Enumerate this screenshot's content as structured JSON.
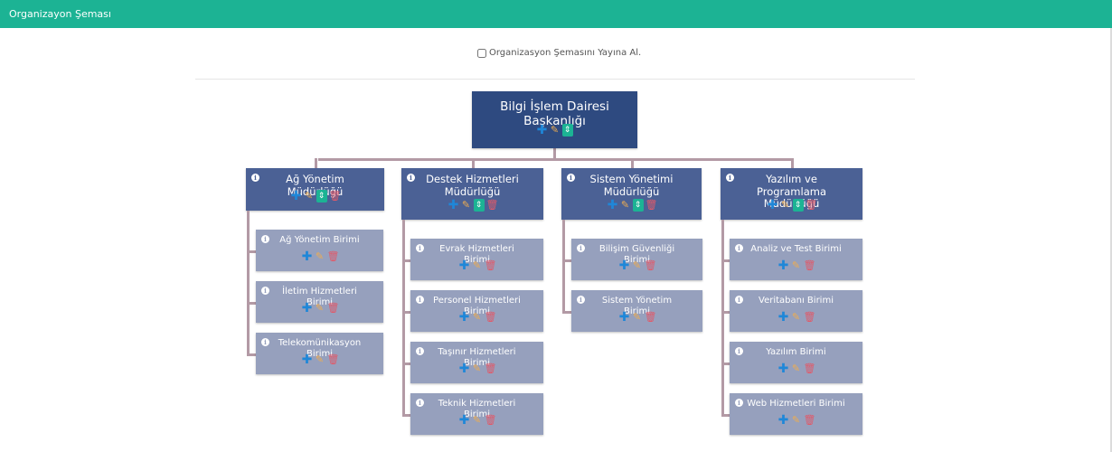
{
  "header": {
    "title": "Organizayon Şeması"
  },
  "publish": {
    "label": "Organizasyon Şemasını Yayına Al."
  },
  "icons": {
    "info": "info-icon",
    "add": "plus-icon",
    "edit": "edit-icon",
    "sort": "sort-icon",
    "delete": "trash-icon"
  },
  "colors": {
    "topbar": "#1cb394",
    "root": "#2e4a80",
    "level1": "#4b6195",
    "level2": "#96a0bd",
    "connector": "#b39aa5"
  },
  "org": {
    "root": "Bilgi İşlem Dairesi Başkanlığı",
    "departments": [
      {
        "name": "Ağ Yönetim Müdürlüğü",
        "units": [
          "Ağ Yönetim Birimi",
          "İletim Hizmetleri Birimi",
          "Telekomünikasyon Birimi"
        ]
      },
      {
        "name": "Destek Hizmetleri Müdürlüğü",
        "units": [
          "Evrak Hizmetleri Birimi",
          "Personel Hizmetleri Birimi",
          "Taşınır Hizmetleri Birimi",
          "Teknik Hizmetleri Birimi"
        ]
      },
      {
        "name": "Sistem Yönetimi Müdürlüğü",
        "units": [
          "Bilişim Güvenliği Birimi",
          "Sistem Yönetim Birimi"
        ]
      },
      {
        "name": "Yazılım ve Programlama Müdürlüğü",
        "units": [
          "Analiz ve Test Birimi",
          "Veritabanı Birimi",
          "Yazılım Birimi",
          "Web Hizmetleri Birimi"
        ]
      }
    ]
  }
}
